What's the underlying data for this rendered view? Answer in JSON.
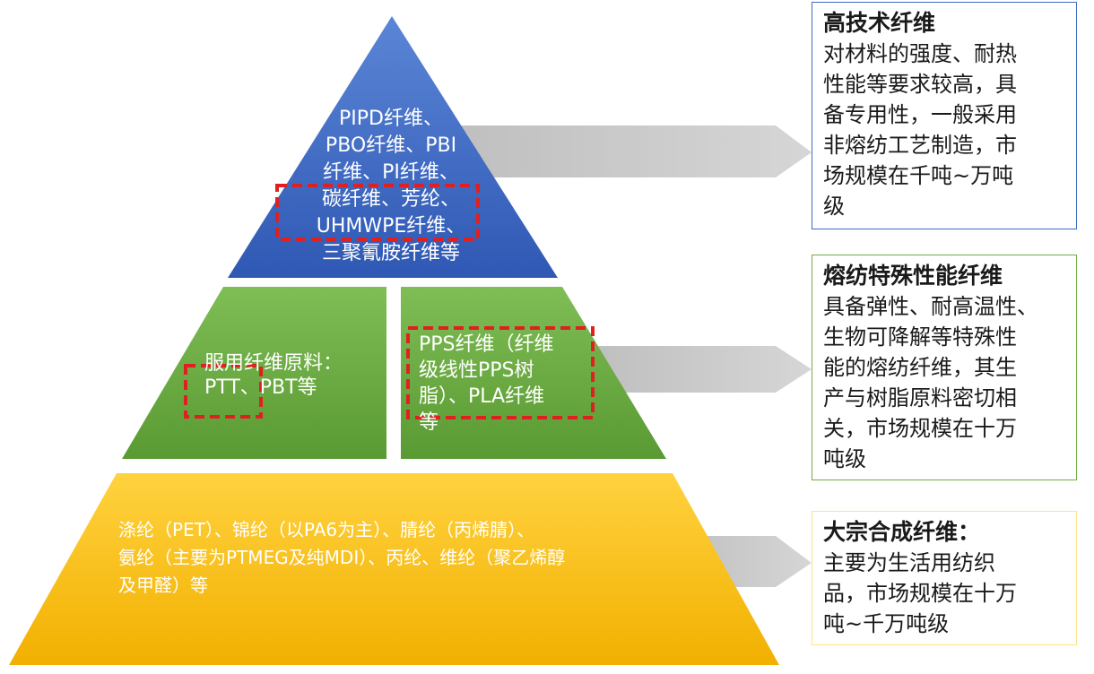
{
  "colors": {
    "top_tier": "#3f6bc4",
    "middle_tier": "#6fae45",
    "bottom_tier": "#f5bc1b",
    "arrow": "#c8c8c8",
    "highlight_dash": "#e02020",
    "box_top_border": "#3f6bc4",
    "box_middle_border": "#70ad47",
    "box_bottom_border": "#ffe28a"
  },
  "pyramid": {
    "top": {
      "text": "PIPD纤维、\nPBO纤维、PBI\n纤维、PI纤维、\n碳纤维、芳纶、\nUHMWPE纤维、\n三聚氰胺纤维等"
    },
    "middle": {
      "left_text": "服用纤维原料：\nPTT、PBT等",
      "right_text": "PPS纤维（纤维\n级线性PPS树\n脂）、PLA纤维\n等"
    },
    "bottom": {
      "text": "涤纶（PET）、锦纶（以PA6为主）、腈纶（丙烯腈）、\n氨纶（主要为PTMEG及纯MDI）、丙纶、维纶（聚乙烯醇\n及甲醛）等"
    }
  },
  "boxes": {
    "top": {
      "title": "高技术纤维",
      "body": "对材料的强度、耐热\n性能等要求较高，具\n备专用性，一般采用\n非熔纺工艺制造，市\n场规模在千吨~万吨\n级"
    },
    "middle": {
      "title": "熔纺特殊性能纤维",
      "body": "具备弹性、耐高温性、\n生物可降解等特殊性\n能的熔纺纤维，其生\n产与树脂原料密切相\n关，市场规模在十万\n吨级"
    },
    "bottom": {
      "title": "大宗合成纤维：",
      "body": "主要为生活用纺织\n品，市场规模在十万\n吨~千万吨级"
    }
  }
}
